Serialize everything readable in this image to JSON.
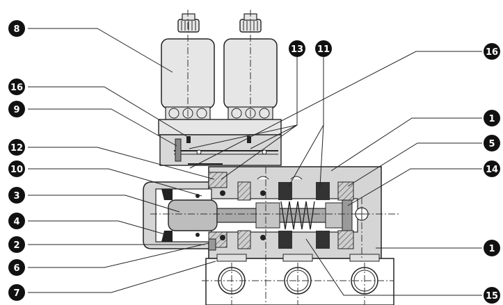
{
  "callouts": [
    {
      "id": "c8",
      "label": "8"
    },
    {
      "id": "c16a",
      "label": "16"
    },
    {
      "id": "c9",
      "label": "9"
    },
    {
      "id": "c12",
      "label": "12"
    },
    {
      "id": "c10",
      "label": "10"
    },
    {
      "id": "c3",
      "label": "3"
    },
    {
      "id": "c4",
      "label": "4"
    },
    {
      "id": "c2",
      "label": "2"
    },
    {
      "id": "c6",
      "label": "6"
    },
    {
      "id": "c7",
      "label": "7"
    },
    {
      "id": "c13",
      "label": "13"
    },
    {
      "id": "c11",
      "label": "11"
    },
    {
      "id": "c16b",
      "label": "16"
    },
    {
      "id": "c1a",
      "label": "1"
    },
    {
      "id": "c5",
      "label": "5"
    },
    {
      "id": "c14",
      "label": "14"
    },
    {
      "id": "c1b",
      "label": "1"
    },
    {
      "id": "c15",
      "label": "15"
    }
  ]
}
